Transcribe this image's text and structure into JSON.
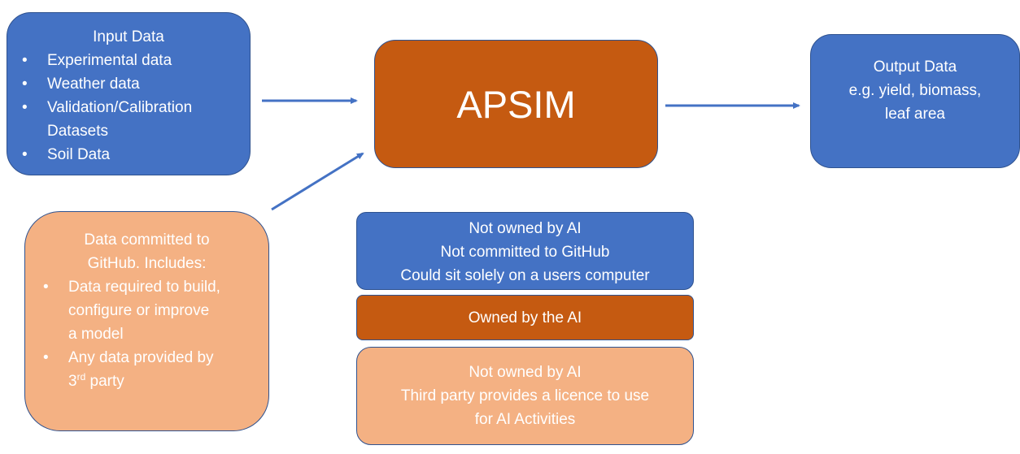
{
  "input_box": {
    "title": "Input Data",
    "items": [
      [
        "Experimental data"
      ],
      [
        "Weather data"
      ],
      [
        "Validation/Calibration",
        "Datasets"
      ],
      [
        "Soil Data"
      ]
    ]
  },
  "apsim_box": {
    "label": "APSIM"
  },
  "output_box": {
    "lines": [
      "Output Data",
      "e.g. yield, biomass,",
      "leaf area"
    ]
  },
  "committed_box": {
    "title_lines": [
      "Data committed to",
      "GitHub. Includes:"
    ],
    "items": [
      [
        "Data required to build,",
        "configure or improve",
        "a model"
      ],
      [
        "Any data provided by"
      ]
    ],
    "third_party": {
      "number": "3",
      "superscript": "rd",
      "suffix": " party"
    }
  },
  "legend": {
    "blue_lines": [
      "Not owned by AI",
      "Not committed to GitHub",
      "Could sit solely on a users computer"
    ],
    "orange_label": "Owned by the AI",
    "peach_lines": [
      "Not owned by AI",
      "Third party provides a licence to use",
      "for AI Activities"
    ]
  },
  "colors": {
    "blue": "#4472C4",
    "dark_orange": "#C55A11",
    "peach": "#F4B183",
    "arrow": "#4472C4",
    "border": "#2F528F"
  }
}
